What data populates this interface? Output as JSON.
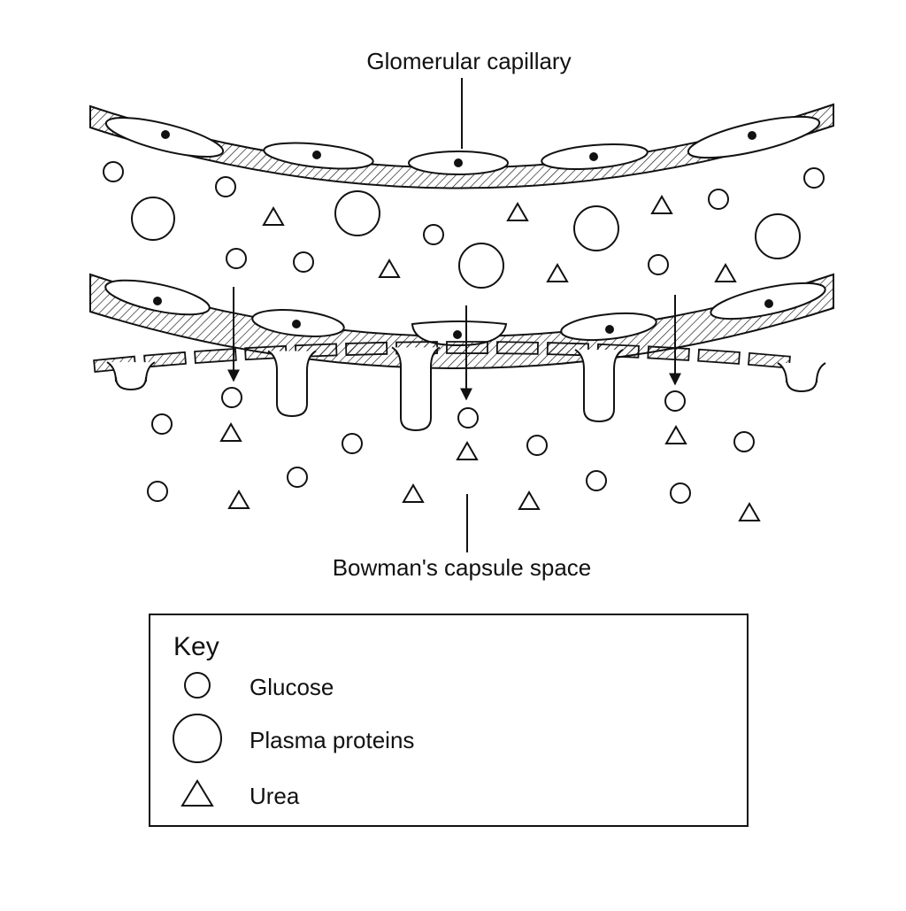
{
  "labels": {
    "capillary": "Glomerular capillary",
    "capsule": "Bowman's capsule space"
  },
  "key": {
    "title": "Key",
    "items": [
      {
        "symbol": "small-circle",
        "label": "Glucose"
      },
      {
        "symbol": "large-circle",
        "label": "Plasma proteins"
      },
      {
        "symbol": "triangle",
        "label": "Urea"
      }
    ]
  },
  "colors": {
    "line": "#111111",
    "background": "#ffffff"
  }
}
